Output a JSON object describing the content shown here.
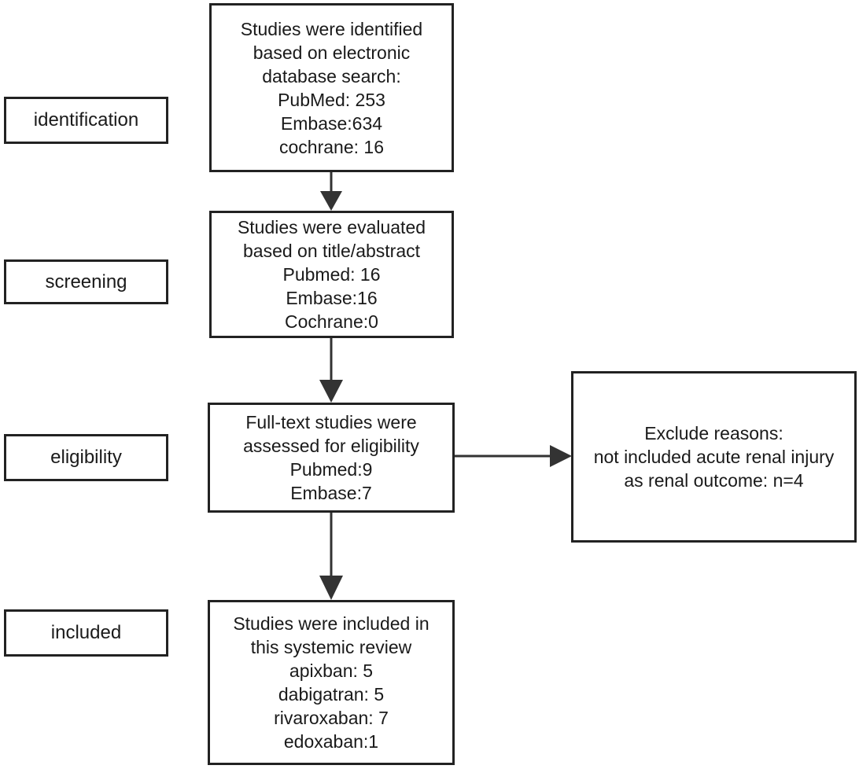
{
  "stages": [
    {
      "id": "identification",
      "label": "identification"
    },
    {
      "id": "screening",
      "label": "screening"
    },
    {
      "id": "eligibility",
      "label": "eligibility"
    },
    {
      "id": "included",
      "label": "included"
    }
  ],
  "boxes": {
    "identification": {
      "lines": [
        "Studies were identified",
        "based on electronic",
        "database search:",
        "PubMed: 253",
        "Embase:634",
        "cochrane: 16"
      ]
    },
    "screening": {
      "lines": [
        "Studies were evaluated",
        "based on title/abstract",
        "Pubmed: 16",
        "Embase:16",
        "Cochrane:0"
      ]
    },
    "eligibility": {
      "lines": [
        "Full-text studies were",
        "assessed for eligibility",
        "Pubmed:9",
        "Embase:7"
      ]
    },
    "included": {
      "lines": [
        "Studies were included in",
        "this systemic review",
        "apixban: 5",
        "dabigatran: 5",
        "rivaroxaban: 7",
        "edoxaban:1"
      ]
    },
    "exclusion": {
      "lines": [
        "Exclude reasons:",
        "not included acute renal injury",
        "as renal outcome: n=4"
      ]
    }
  },
  "colors": {
    "border": "#222222",
    "arrow": "#333333",
    "background": "#ffffff"
  }
}
